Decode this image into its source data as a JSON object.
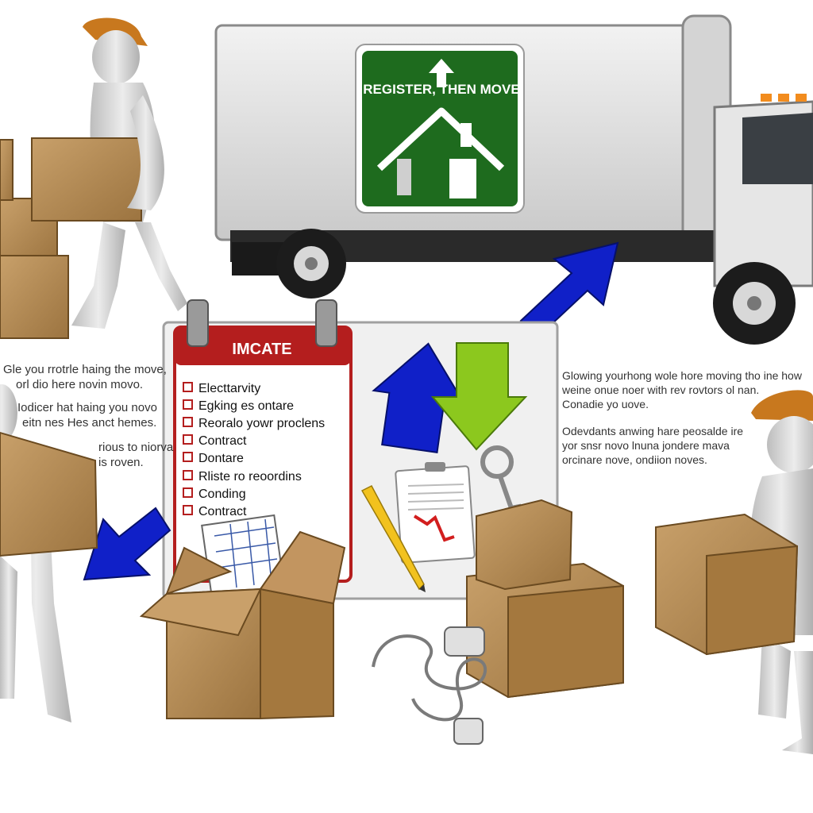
{
  "truck_sign": {
    "text": "REGISTER, THEN MOVE"
  },
  "checklist": {
    "title": "IMCATE",
    "items": [
      "Electtarvity",
      "Egking es ontare",
      "Reoralo yowr proclens",
      "Contract",
      "Dontare",
      "Rliste ro reoordins",
      "Conding",
      "Contract"
    ]
  },
  "left_text": [
    "Gle you rrotrle haing the move,",
    "orl dio here novin movo.",
    "",
    "Iodicer hat haing you novo",
    "eitn nes Hes anct hemes.",
    "",
    "rious to niorva",
    "is roven."
  ],
  "right_text": [
    "Glowing yourhong wole hore moving tho ine how",
    "weine onue noer with rev rovtors ol nan.",
    "Conadie yo uove.",
    "",
    "Odevdants anwing hare peosalde ire",
    "yor snsr novo lnuna jondere mava",
    "orcinare nove, ondiion noves."
  ],
  "colors": {
    "truck_body": "#dcdcdc",
    "sign_green": "#1e6b1e",
    "arrow_blue": "#1020c8",
    "arrow_green": "#8cc81e",
    "board_red": "#b41e1e",
    "box": "#b8905a",
    "figure": "#d9d9d9",
    "cap": "#c8781e"
  }
}
